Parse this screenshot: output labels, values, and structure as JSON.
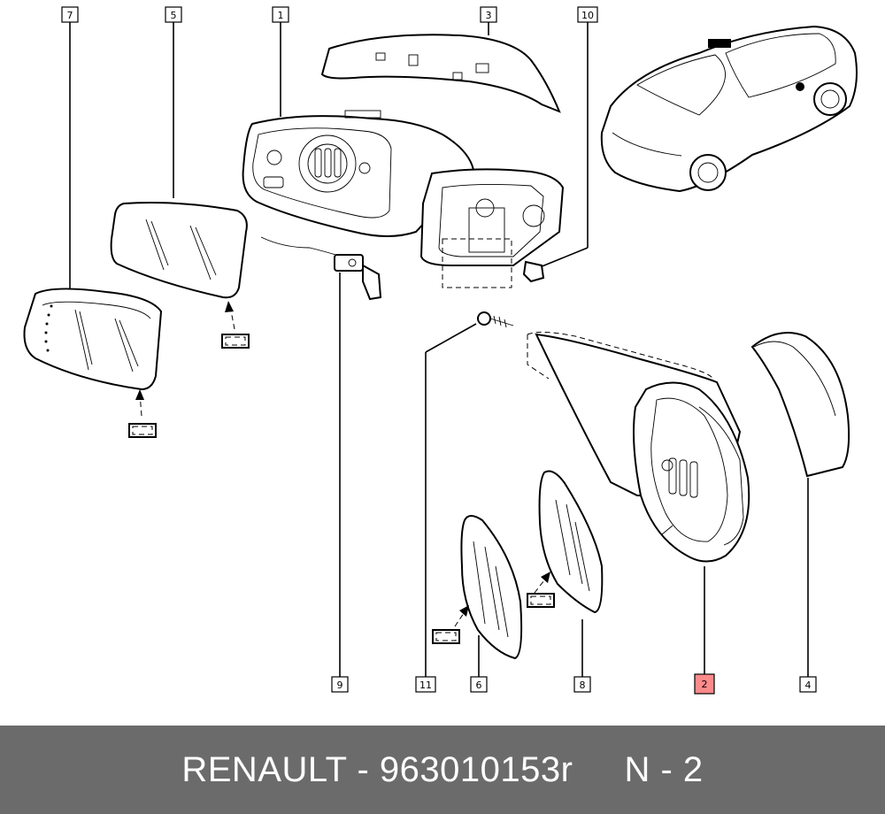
{
  "diagram": {
    "callouts": [
      {
        "id": "callout-7",
        "number": "7",
        "highlighted": false
      },
      {
        "id": "callout-5",
        "number": "5",
        "highlighted": false
      },
      {
        "id": "callout-1",
        "number": "1",
        "highlighted": false
      },
      {
        "id": "callout-3",
        "number": "3",
        "highlighted": false
      },
      {
        "id": "callout-10",
        "number": "10",
        "highlighted": false
      },
      {
        "id": "callout-9",
        "number": "9",
        "highlighted": false
      },
      {
        "id": "callout-11",
        "number": "11",
        "highlighted": false
      },
      {
        "id": "callout-6",
        "number": "6",
        "highlighted": false
      },
      {
        "id": "callout-8",
        "number": "8",
        "highlighted": false
      },
      {
        "id": "callout-2",
        "number": "2",
        "highlighted": true
      },
      {
        "id": "callout-4",
        "number": "4",
        "highlighted": false
      }
    ],
    "highlight_color": "#ff8a8a"
  },
  "footer": {
    "text": "RENAULT - 963010153r     N - 2",
    "background": "#6b6b6b",
    "text_color": "#ffffff"
  }
}
